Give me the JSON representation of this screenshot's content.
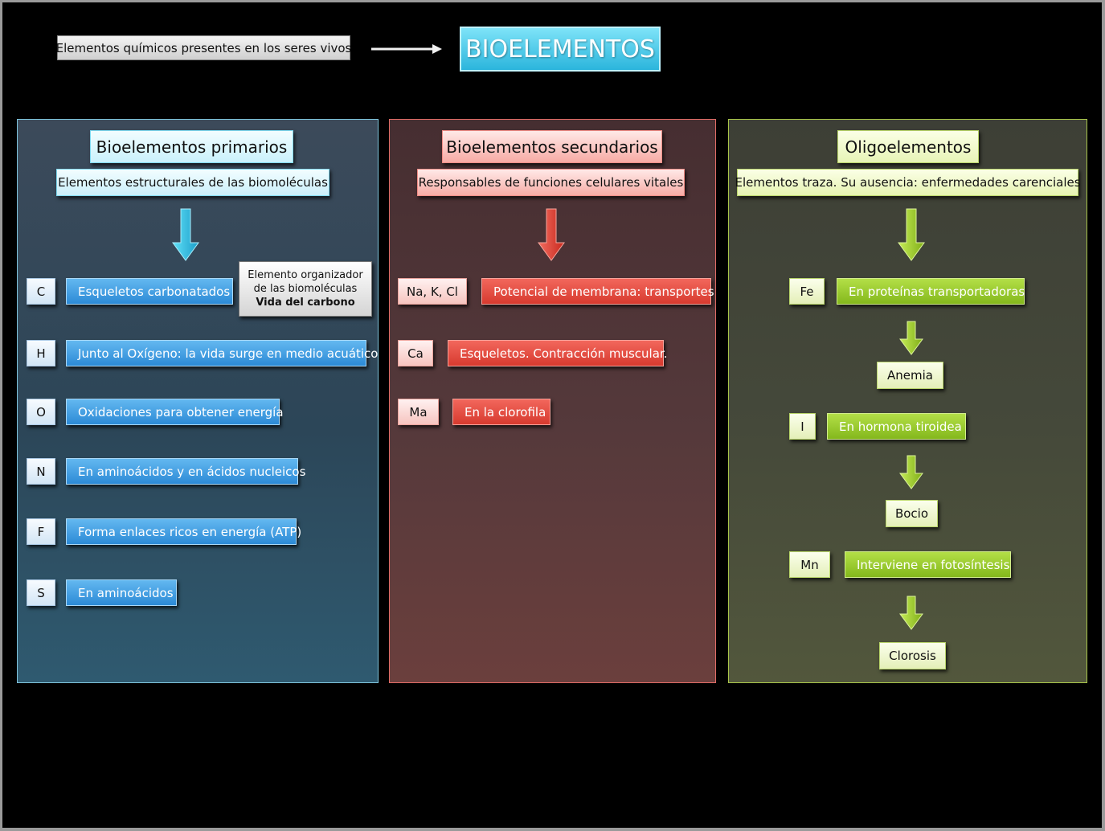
{
  "header": {
    "definition": "Elementos químicos presentes en los seres vivos",
    "title": "BIOELEMENTOS"
  },
  "primarios": {
    "title": "Bioelementos primarios",
    "subtitle": "Elementos estructurales de las biomoléculas",
    "note": {
      "line1": "Elemento organizador",
      "line2": "de las biomoléculas",
      "line3": "Vida del carbono"
    },
    "items": [
      {
        "symbol": "C",
        "description": "Esqueletos carbonatados"
      },
      {
        "symbol": "H",
        "description": "Junto al Oxígeno: la vida surge en medio acuático"
      },
      {
        "symbol": "O",
        "description": "Oxidaciones para obtener energía"
      },
      {
        "symbol": "N",
        "description": "En aminoácidos y en ácidos nucleicos"
      },
      {
        "symbol": "F",
        "description": "Forma enlaces ricos en energía (ATP)"
      },
      {
        "symbol": "S",
        "description": "En aminoácidos"
      }
    ]
  },
  "secundarios": {
    "title": "Bioelementos secundarios",
    "subtitle": "Responsables de funciones celulares vitales",
    "items": [
      {
        "symbol": "Na, K, Cl",
        "description": "Potencial de membrana: transportes"
      },
      {
        "symbol": "Ca",
        "description": "Esqueletos. Contracción muscular."
      },
      {
        "symbol": "Ma",
        "description": "En la clorofila"
      }
    ]
  },
  "oligoelementos": {
    "title": "Oligoelementos",
    "subtitle": "Elementos traza. Su ausencia: enfermedades carenciales",
    "items": [
      {
        "symbol": "Fe",
        "description": "En proteínas transportadoras",
        "consequence": "Anemia"
      },
      {
        "symbol": "I",
        "description": "En hormona tiroidea",
        "consequence": "Bocio"
      },
      {
        "symbol": "Mn",
        "description": "Interviene en fotosíntesis",
        "consequence": "Clorosis"
      }
    ]
  },
  "colors": {
    "blue_accent": "#2bb5dc",
    "red_accent": "#e0463b",
    "green_accent": "#94c42c"
  }
}
